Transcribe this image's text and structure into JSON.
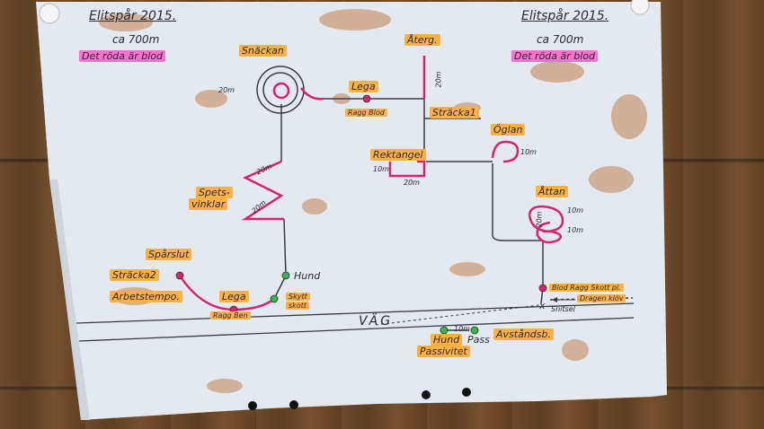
{
  "title_left": "Elitspår 2015.",
  "distance_left": "ca 700m",
  "blood_note_left": "Det röda är blod",
  "title_right": "Elitspår 2015.",
  "distance_right": "ca 700m",
  "blood_note_right": "Det röda är blod",
  "labels": {
    "snackan": "Snäckan",
    "aterg": "Återg.",
    "lega_top": "Lega",
    "ragg_blod": "Ragg Blod",
    "stracka1": "Sträcka1",
    "rektangel": "Rektangel",
    "oglan": "Öglan",
    "spets_line1": "Spets-",
    "spets_line2": "vinklar",
    "attan": "Åttan",
    "sparslut": "Spårslut",
    "stracka2": "Sträcka2",
    "arbetstempo": "Arbetstempo.",
    "lega_bottom": "Lega",
    "ragg_ben": "Ragg Ben",
    "hund_top": "Hund",
    "skytt": "Skytt",
    "skott": "skott",
    "vag": "VÄG",
    "hund_bottom": "Hund",
    "passivitet": "Passivitet",
    "pass": "Pass",
    "avstandsb": "Avståndsb.",
    "blod_ragg_skott": "Blod Ragg Skott pl.",
    "dragen_klov": "Dragen klöv",
    "snitsel": "Snitsel"
  },
  "distances": {
    "d20_snackan": "20m",
    "d20_aterg": "20m",
    "d10_rekt": "10m",
    "d20_rekt": "20m",
    "d10_oglan": "10m",
    "d20_spets_a": "20m",
    "d20_spets_b": "20m",
    "d10_attan_a": "10m",
    "d10_attan_b": "10m",
    "d20_attan": "20m",
    "d10_pass": "10m"
  },
  "colors": {
    "orange_highlight": "#ffb042",
    "pink_highlight": "#ff6fd0",
    "blood_line": "#d4246e",
    "track_line": "#3a3a46",
    "paper": "#e6e9ef"
  }
}
